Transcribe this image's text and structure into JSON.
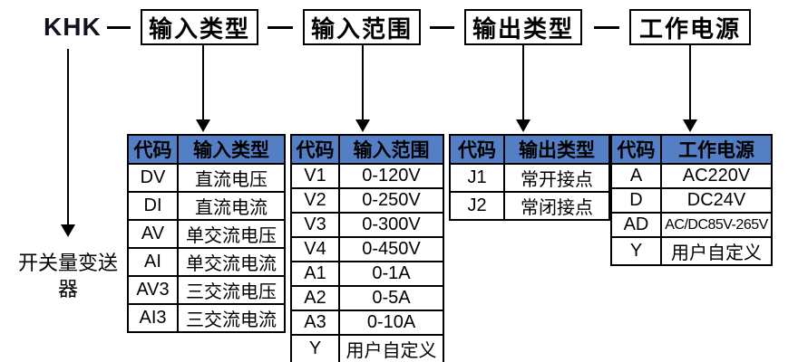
{
  "title_row": {
    "prefix": "KHK",
    "prefix_note": "开关量变送器",
    "segments": [
      "输入类型",
      "输入范围",
      "输出类型",
      "工作电源"
    ]
  },
  "tables": [
    {
      "name": "input-type",
      "headers": [
        "代码",
        "输入类型"
      ],
      "rows": [
        [
          "DV",
          "直流电压"
        ],
        [
          "DI",
          "直流电流"
        ],
        [
          "AV",
          "单交流电压"
        ],
        [
          "AI",
          "单交流电流"
        ],
        [
          "AV3",
          "三交流电压"
        ],
        [
          "AI3",
          "三交流电流"
        ]
      ]
    },
    {
      "name": "input-range",
      "headers": [
        "代码",
        "输入范围"
      ],
      "rows": [
        [
          "V1",
          "0-120V"
        ],
        [
          "V2",
          "0-250V"
        ],
        [
          "V3",
          "0-300V"
        ],
        [
          "V4",
          "0-450V"
        ],
        [
          "A1",
          "0-1A"
        ],
        [
          "A2",
          "0-5A"
        ],
        [
          "A3",
          "0-10A"
        ],
        [
          "Y",
          "用户自定义"
        ]
      ]
    },
    {
      "name": "output-type",
      "headers": [
        "代码",
        "输出类型"
      ],
      "rows": [
        [
          "J1",
          "常开接点"
        ],
        [
          "J2",
          "常闭接点"
        ]
      ]
    },
    {
      "name": "power-supply",
      "headers": [
        "代码",
        "工作电源"
      ],
      "rows": [
        [
          "A",
          "AC220V"
        ],
        [
          "D",
          "DC24V"
        ],
        [
          "AD",
          "AC/DC85V-265V"
        ],
        [
          "Y",
          "用户自定义"
        ]
      ]
    }
  ],
  "colors": {
    "table_header_bg": "#557fc4",
    "border": "#000000",
    "text": "#000000"
  }
}
